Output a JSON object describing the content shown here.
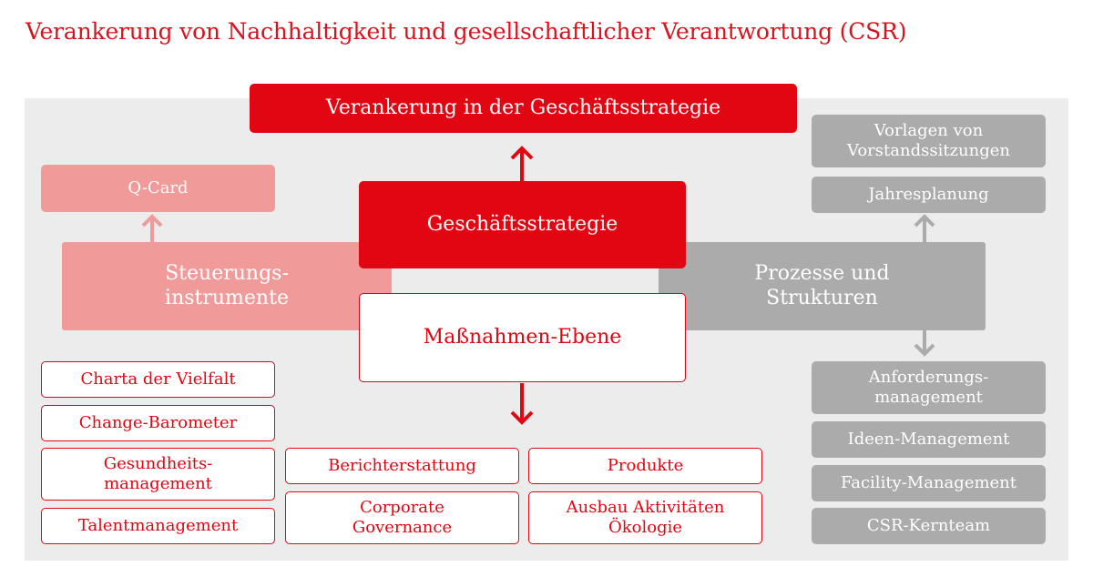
{
  "title": "Verankerung von Nachhaltigkeit und gesellschaftlicher Verantwortung (CSR)",
  "top_box": "Verankerung in der Geschäftsstrategie",
  "center": {
    "strategy": "Geschäftsstrategie",
    "measures": "Maßnahmen-Ebene"
  },
  "left": {
    "steering_line1": "Steuerungs-",
    "steering_line2": "instrumente",
    "qcard": "Q-Card",
    "items": [
      "Charta der Vielfalt",
      "Change-Barometer",
      "Gesundheits-\nmanagement",
      "Talentmanagement"
    ]
  },
  "middle_items": [
    "Berichterstattung",
    "Produkte",
    "Corporate\nGovernance",
    "Ausbau Aktivitäten\nÖkologie"
  ],
  "right": {
    "process_line1": "Prozesse und",
    "process_line2": "Strukturen",
    "upper_items": [
      "Vorlagen von\nVorstandssitzungen",
      "Jahresplanung"
    ],
    "lower_items": [
      "Anforderungs-\nmanagement",
      "Ideen-Management",
      "Facility-Management",
      "CSR-Kernteam"
    ]
  },
  "colors": {
    "red": "#e20613",
    "pink": "#f09a9a",
    "grey": "#ababab",
    "background": "#ececec"
  }
}
